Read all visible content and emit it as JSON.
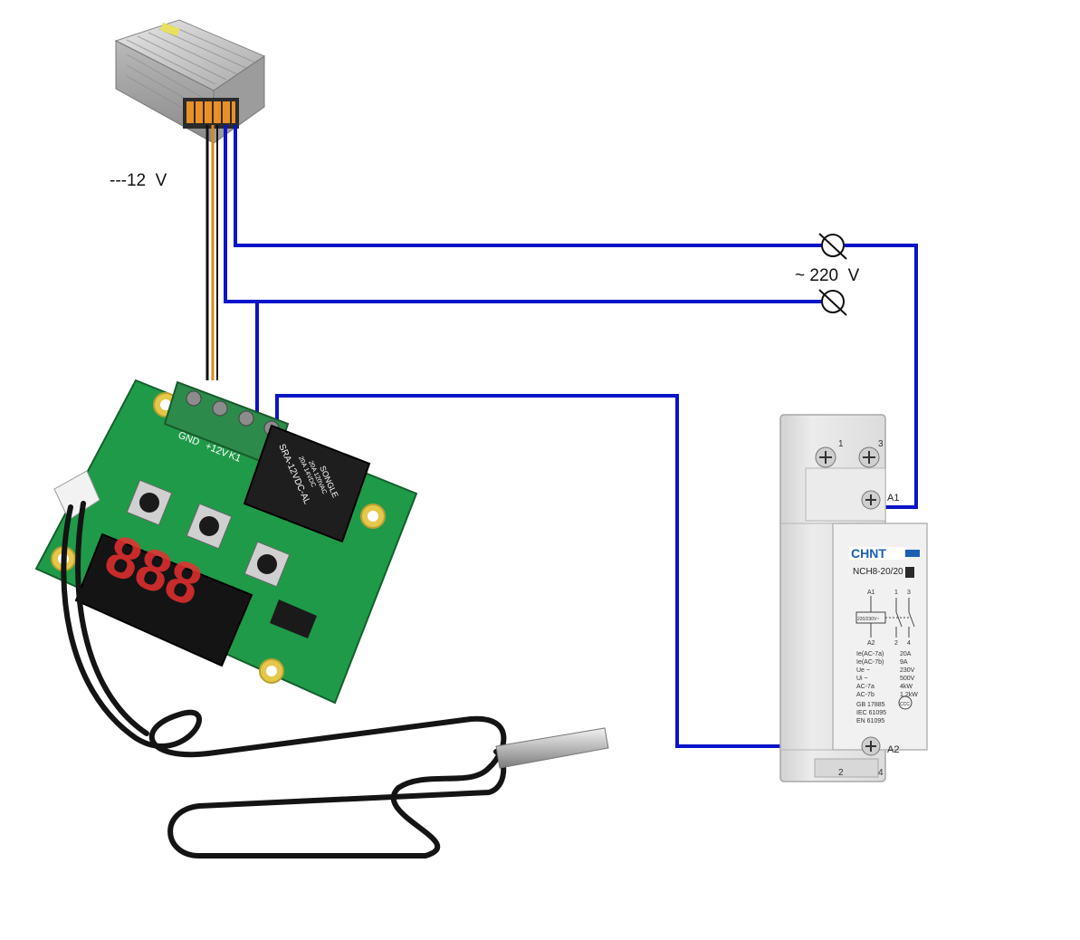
{
  "labels": {
    "dc_voltage": "---12  V",
    "ac_voltage": "~ 220  V"
  },
  "thermostat": {
    "terminal_k1": "K1",
    "terminal_12v": "+12V",
    "terminal_gnd": "GND",
    "relay_text": "SRA-12VDC-AL",
    "relay_brand": "SONGLE",
    "relay_rating_1": "20A 14VDC",
    "relay_rating_2": "20A 120VAC",
    "display": "888"
  },
  "contactor": {
    "brand": "CHNT",
    "model": "NCH8-20/20",
    "terminal_1": "1",
    "terminal_3": "3",
    "terminal_a1": "A1",
    "terminal_a2": "A2",
    "terminal_2": "2",
    "terminal_4": "4",
    "schematic_a1": "A1",
    "schematic_a2": "A2",
    "schematic_1": "1",
    "schematic_3": "3",
    "schematic_2": "2",
    "schematic_4": "4",
    "coil_voltage": "220/230V~",
    "spec_rows": [
      {
        "k": "Ie(AC-7a)",
        "v": "20A"
      },
      {
        "k": "Ie(AC-7b)",
        "v": "9A"
      },
      {
        "k": "Ue ~",
        "v": "230V"
      },
      {
        "k": "Ui ~",
        "v": "500V"
      },
      {
        "k": "AC-7a",
        "v": "4kW"
      },
      {
        "k": "AC-7b",
        "v": "1.2kW"
      }
    ],
    "standards": [
      "GB 17885",
      "IEC 61095",
      "EN 61095"
    ],
    "cert": "CCC"
  },
  "colors": {
    "wire": "#0a14c8",
    "pcb": "#1f9a48",
    "terminal_block": "#2c8a4a",
    "relay": "#1e1e1e",
    "display_red": "#e83030",
    "chnt_blue": "#1a5fb4",
    "contactor_body": "#e4e4e4"
  },
  "icons": [
    "power-supply-icon",
    "ac-terminal-icon",
    "temperature-probe-icon"
  ]
}
